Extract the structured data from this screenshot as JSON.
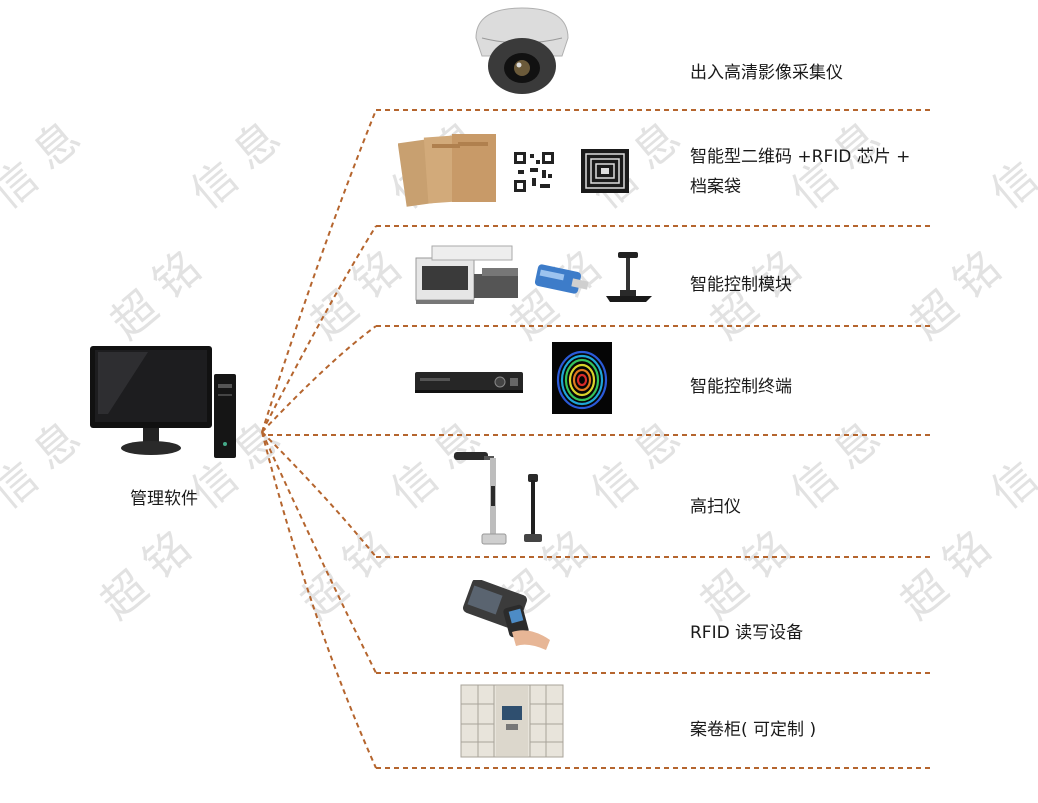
{
  "hub": {
    "label": "管理软件"
  },
  "items": [
    {
      "label": "出入高清影像采集仪"
    },
    {
      "label_line1": "智能型二维码 +RFID 芯片 +",
      "label_line2": "档案袋"
    },
    {
      "label": "智能控制模块"
    },
    {
      "label": "智能控制终端"
    },
    {
      "label": "高扫仪"
    },
    {
      "label": "RFID 读写设备"
    },
    {
      "label": "案卷柜( 可定制 )"
    }
  ],
  "watermark": {
    "chars": [
      "超",
      "铭",
      "信",
      "息"
    ]
  },
  "colors": {
    "connector": "#b5652e",
    "text": "#1a1a1a",
    "watermark": "#e2e2e2"
  }
}
